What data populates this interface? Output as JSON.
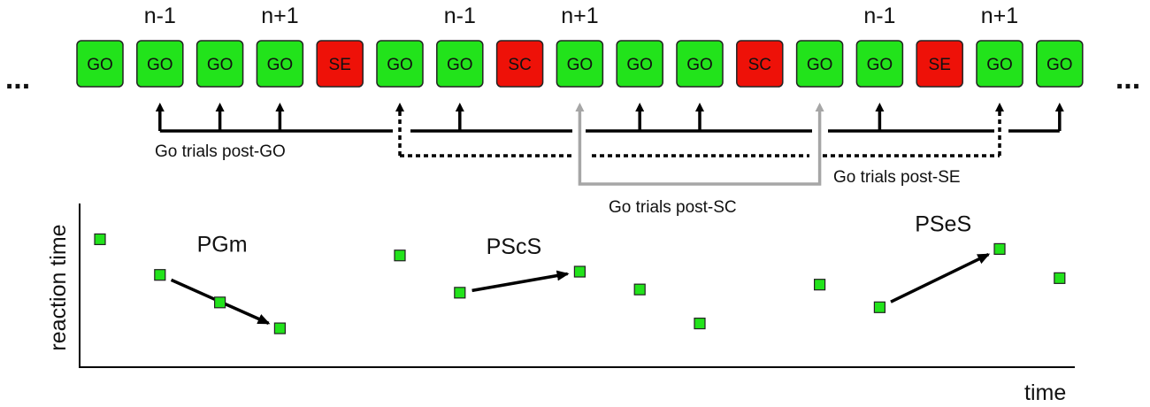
{
  "ellipsis": "...",
  "colors": {
    "go": "#22e31b",
    "error": "#ee1108",
    "post_go_line": "#000000",
    "post_se_line": "#000000",
    "post_sc_line": "#a6a6a6",
    "point": "#22e31b"
  },
  "trials": [
    {
      "type": "go",
      "label": "GO",
      "index_label": ""
    },
    {
      "type": "go",
      "label": "GO",
      "index_label": "n-1"
    },
    {
      "type": "go",
      "label": "GO",
      "index_label": ""
    },
    {
      "type": "go",
      "label": "GO",
      "index_label": "n+1"
    },
    {
      "type": "error",
      "label": "SE",
      "index_label": ""
    },
    {
      "type": "go",
      "label": "GO",
      "index_label": ""
    },
    {
      "type": "go",
      "label": "GO",
      "index_label": "n-1"
    },
    {
      "type": "error",
      "label": "SC",
      "index_label": ""
    },
    {
      "type": "go",
      "label": "GO",
      "index_label": "n+1"
    },
    {
      "type": "go",
      "label": "GO",
      "index_label": ""
    },
    {
      "type": "go",
      "label": "GO",
      "index_label": ""
    },
    {
      "type": "error",
      "label": "SC",
      "index_label": ""
    },
    {
      "type": "go",
      "label": "GO",
      "index_label": ""
    },
    {
      "type": "go",
      "label": "GO",
      "index_label": "n-1"
    },
    {
      "type": "error",
      "label": "SE",
      "index_label": ""
    },
    {
      "type": "go",
      "label": "GO",
      "index_label": "n+1"
    },
    {
      "type": "go",
      "label": "GO",
      "index_label": ""
    }
  ],
  "groups": {
    "post_go": {
      "label": "Go trials post-GO",
      "trial_indices": [
        1,
        2,
        3,
        6,
        9,
        10,
        13,
        16
      ]
    },
    "post_se": {
      "label": "Go trials post-SE",
      "trial_indices": [
        5,
        15
      ]
    },
    "post_sc": {
      "label": "Go trials post-SC",
      "trial_indices": [
        8,
        12
      ]
    }
  },
  "reaction_plot": {
    "xlabel": "time",
    "ylabel": "reaction time",
    "points": [
      {
        "trial_index": 0,
        "rt": 0.79
      },
      {
        "trial_index": 1,
        "rt": 0.57
      },
      {
        "trial_index": 2,
        "rt": 0.4
      },
      {
        "trial_index": 3,
        "rt": 0.24
      },
      {
        "trial_index": 5,
        "rt": 0.69
      },
      {
        "trial_index": 6,
        "rt": 0.46
      },
      {
        "trial_index": 8,
        "rt": 0.59
      },
      {
        "trial_index": 9,
        "rt": 0.48
      },
      {
        "trial_index": 10,
        "rt": 0.27
      },
      {
        "trial_index": 12,
        "rt": 0.51
      },
      {
        "trial_index": 13,
        "rt": 0.37
      },
      {
        "trial_index": 15,
        "rt": 0.73
      },
      {
        "trial_index": 16,
        "rt": 0.55
      }
    ],
    "effects": [
      {
        "label": "PGm",
        "from_trial": 1,
        "to_trial": 3
      },
      {
        "label": "PScS",
        "from_trial": 6,
        "to_trial": 8
      },
      {
        "label": "PSeS",
        "from_trial": 13,
        "to_trial": 15
      }
    ]
  }
}
